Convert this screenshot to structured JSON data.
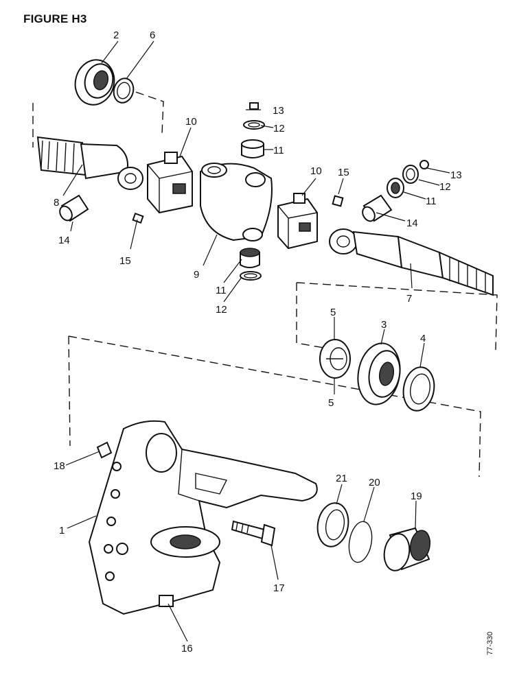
{
  "figure": {
    "title": "FIGURE H3",
    "code": "77-330"
  },
  "callouts": {
    "c1": "1",
    "c2": "2",
    "c3": "3",
    "c4": "4",
    "c5a": "5",
    "c5b": "5",
    "c6": "6",
    "c7": "7",
    "c8": "8",
    "c9": "9",
    "c10a": "10",
    "c10b": "10",
    "c11a": "11",
    "c11b": "11",
    "c11c": "11",
    "c12a": "12",
    "c12b": "12",
    "c12c": "12",
    "c13a": "13",
    "c13b": "13",
    "c14a": "14",
    "c14b": "14",
    "c15a": "15",
    "c15b": "15",
    "c16": "16",
    "c17": "17",
    "c18": "18",
    "c19": "19",
    "c20": "20",
    "c21": "21"
  }
}
